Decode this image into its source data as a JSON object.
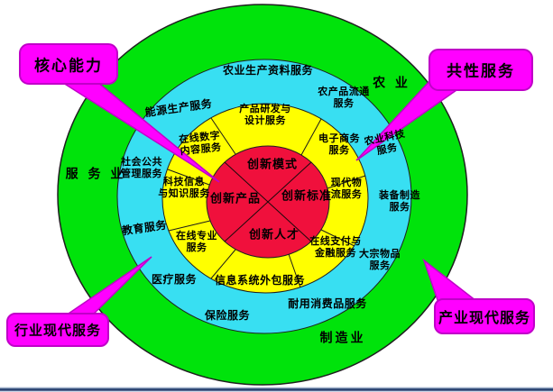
{
  "diagram": {
    "center_circle": {
      "color": "#F0103C",
      "items": [
        {
          "label": "创新模式"
        },
        {
          "label": "创新产品"
        },
        {
          "label": "创新标准"
        },
        {
          "label": "创新人才"
        }
      ]
    },
    "yellow_ring": {
      "color": "#FFFF00",
      "segments": [
        {
          "label": "产品研发与\n设计服务"
        },
        {
          "label": "电子商务\n服务"
        },
        {
          "label": "现代物\n流服务"
        },
        {
          "label": "在线支付与\n金融服务"
        },
        {
          "label": "信息系统外包服务"
        },
        {
          "label": "在线专业\n服务"
        },
        {
          "label": "科技信息\n与知识服务"
        },
        {
          "label": "在线数字\n内容服务"
        }
      ]
    },
    "cyan_ring": {
      "color": "#38DFF2",
      "labels": [
        {
          "label": "农业生产资料服务"
        },
        {
          "label": "农产品流通\n服务"
        },
        {
          "label": "农业科技\n服务"
        },
        {
          "label": "装备制造\n服务"
        },
        {
          "label": "大宗物品\n服务"
        },
        {
          "label": "耐用消费品服务"
        },
        {
          "label": "保险服务"
        },
        {
          "label": "医疗服务"
        },
        {
          "label": "教育服务"
        },
        {
          "label": "社会公共\n管理服务"
        },
        {
          "label": "能源生产服务"
        }
      ]
    },
    "green_ring": {
      "color": "#00E30B",
      "labels": [
        {
          "label": "农 业"
        },
        {
          "label": "服 务 业"
        },
        {
          "label": "制造业"
        }
      ]
    },
    "callouts": {
      "fill_color": "#FF00FF",
      "border_color": "#C000C8",
      "items": [
        {
          "label": "核心能力"
        },
        {
          "label": "共性服务"
        },
        {
          "label": "行业现代服务"
        },
        {
          "label": "产业现代服务"
        }
      ]
    }
  }
}
